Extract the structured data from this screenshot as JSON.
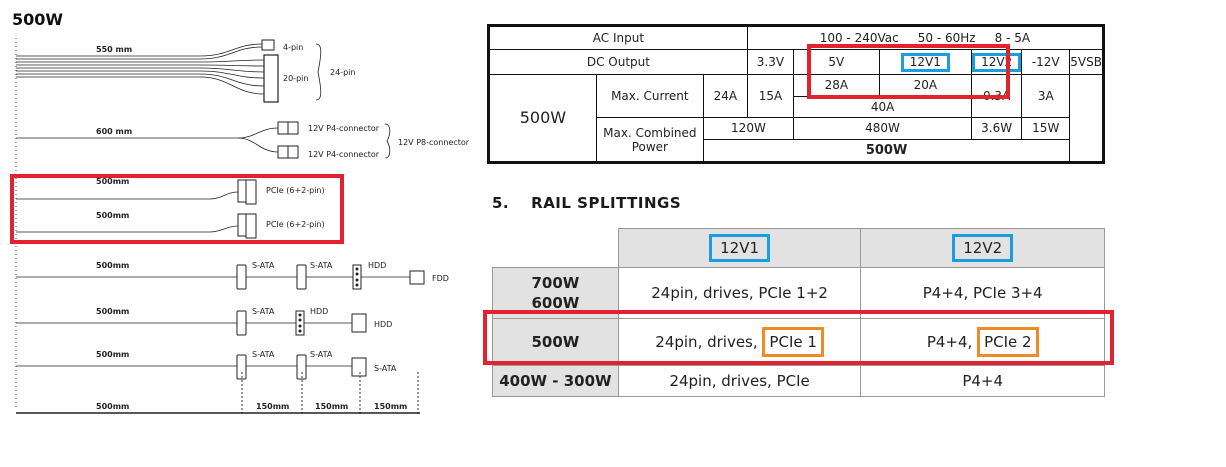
{
  "diagram": {
    "wattage_title": "500W",
    "main_cable": {
      "length": "550 mm",
      "pin4": "4-pin",
      "pin20": "20-pin",
      "combined": "24-pin"
    },
    "p8_cable": {
      "length": "600 mm",
      "p4_a": "12V P4-connector",
      "p4_b": "12V P4-connector",
      "combined": "12V P8-connector"
    },
    "pcie_cables": [
      {
        "length": "500mm",
        "label": "PCIe (6+2-pin)"
      },
      {
        "length": "500mm",
        "label": "PCIe (6+2-pin)"
      }
    ],
    "drive_cables": [
      {
        "length": "500mm",
        "c1": "S-ATA",
        "c2": "S-ATA",
        "c3": "HDD",
        "end": "FDD"
      },
      {
        "length": "500mm",
        "c1": "S-ATA",
        "c2": "HDD",
        "end": "HDD"
      },
      {
        "length": "500mm",
        "c1": "S-ATA",
        "c2": "S-ATA",
        "end": "S-ATA"
      }
    ],
    "scale": [
      "500mm",
      "150mm",
      "150mm",
      "150mm"
    ]
  },
  "spec_table": {
    "ac_input_label": "AC Input",
    "ac_input_value": "100 - 240Vac     50 - 60Hz     8 - 5A",
    "dc_output_label": "DC Output",
    "rails": [
      "3.3V",
      "5V",
      "12V1",
      "12V2",
      "-12V",
      "5VSB"
    ],
    "model": "500W",
    "max_current_label": "Max. Current",
    "max_current": {
      "v33": "24A",
      "v5": "15A",
      "v12v1": "28A",
      "v12v2": "20A",
      "v12_total": "40A",
      "vneg12": "0.3A",
      "v5sb": "3A"
    },
    "max_combined_label": "Max. Combined Power",
    "max_combined": {
      "v33_5": "120W",
      "v12": "480W",
      "vneg12": "3.6W",
      "v5sb": "15W"
    },
    "total_power": "500W"
  },
  "rail_section": {
    "number": "5.",
    "title": "RAIL SPLITTINGS",
    "headers": [
      "12V1",
      "12V2"
    ],
    "rows": [
      {
        "models": [
          "700W",
          "600W"
        ],
        "rail1": "24pin, drives, PCIe 1+2",
        "rail2": "P4+4, PCIe 3+4"
      },
      {
        "models": [
          "500W"
        ],
        "rail1_a": "24pin, drives, ",
        "rail1_b": "PCIe 1",
        "rail2_a": "P4+4, ",
        "rail2_b": "PCIe 2"
      },
      {
        "models": [
          "400W - 300W"
        ],
        "rail1": "24pin, drives, PCIe",
        "rail2": "P4+4"
      }
    ]
  },
  "colors": {
    "highlight_red": "#e0232e",
    "highlight_blue": "#1a9ee0",
    "highlight_orange": "#f08a24",
    "table_header_gray": "#e2e2e2"
  }
}
